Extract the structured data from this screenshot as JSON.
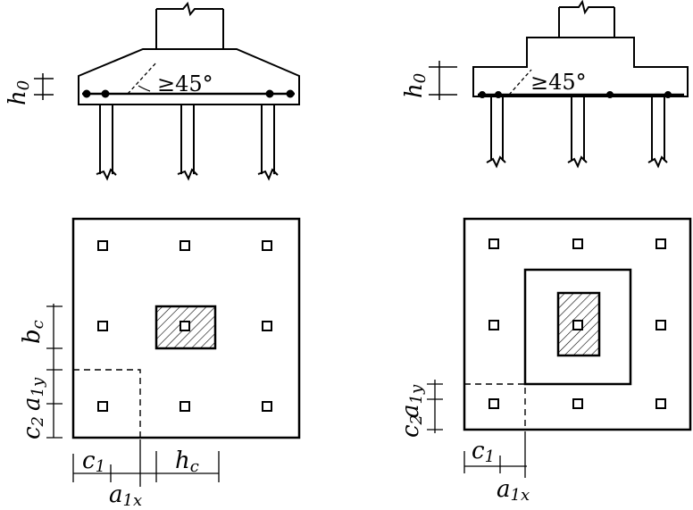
{
  "left": {
    "h0": {
      "main": "h",
      "sub": "0"
    },
    "angle": "≥45°",
    "bc": {
      "main": "b",
      "sub": "c"
    },
    "a1y": {
      "main": "a",
      "sub": "1y"
    },
    "c2": {
      "main": "c",
      "sub": "2"
    },
    "c1": {
      "main": "c",
      "sub": "1"
    },
    "hc": {
      "main": "h",
      "sub": "c"
    },
    "a1x": {
      "main": "a",
      "sub": "1x"
    }
  },
  "right": {
    "h0": {
      "main": "h",
      "sub": "0"
    },
    "angle": "≥45°",
    "a1y": {
      "main": "a",
      "sub": "1y"
    },
    "c2": {
      "main": "c",
      "sub": "2"
    },
    "c1": {
      "main": "c",
      "sub": "1"
    },
    "a1x": {
      "main": "a",
      "sub": "1x"
    }
  }
}
